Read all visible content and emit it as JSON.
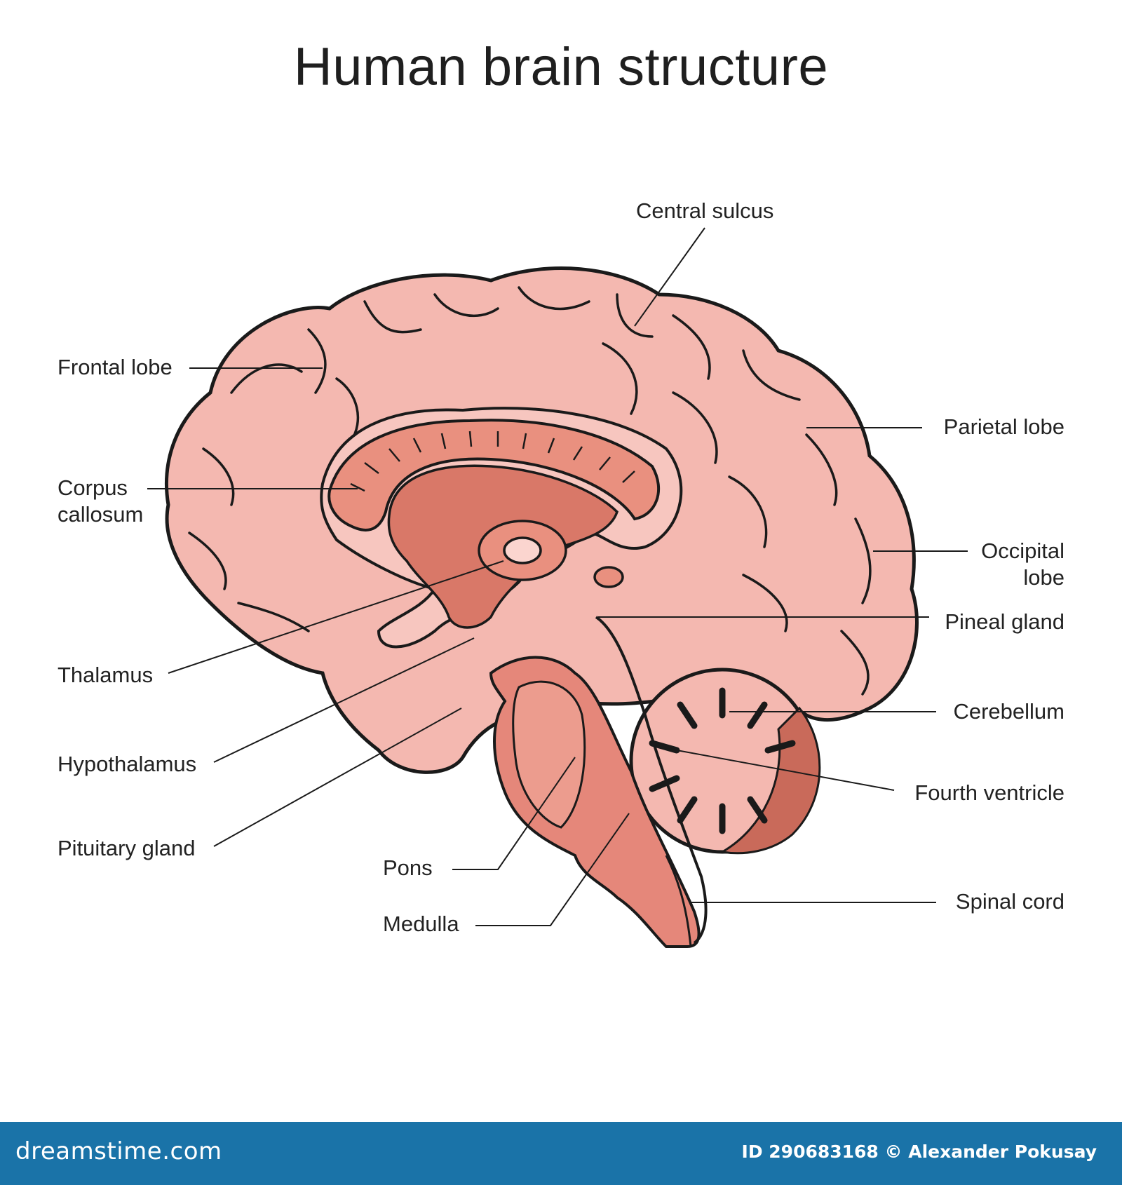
{
  "title": "Human brain structure",
  "labels": {
    "central_sulcus": "Central sulcus",
    "frontal_lobe": "Frontal lobe",
    "parietal_lobe": "Parietal lobe",
    "corpus_callosum_1": "Corpus",
    "corpus_callosum_2": "callosum",
    "occipital_lobe_1": "Occipital",
    "occipital_lobe_2": "lobe",
    "pineal_gland": "Pineal gland",
    "thalamus": "Thalamus",
    "cerebellum": "Cerebellum",
    "hypothalamus": "Hypothalamus",
    "fourth_ventricle": "Fourth ventricle",
    "pituitary_gland": "Pituitary gland",
    "pons": "Pons",
    "spinal_cord": "Spinal cord",
    "medulla": "Medulla"
  },
  "footer": {
    "brand": "dreamstime.com",
    "credit": "ID 290683168 © Alexander Pokusay"
  },
  "colors": {
    "cortex": "#f4b8b0",
    "cortex_light": "#fbd5cf",
    "inner": "#e98d7d",
    "inner_dark": "#c96a5a",
    "brainstem": "#e5877a",
    "outline": "#1a1a1a",
    "footer": "#1a73a8"
  }
}
